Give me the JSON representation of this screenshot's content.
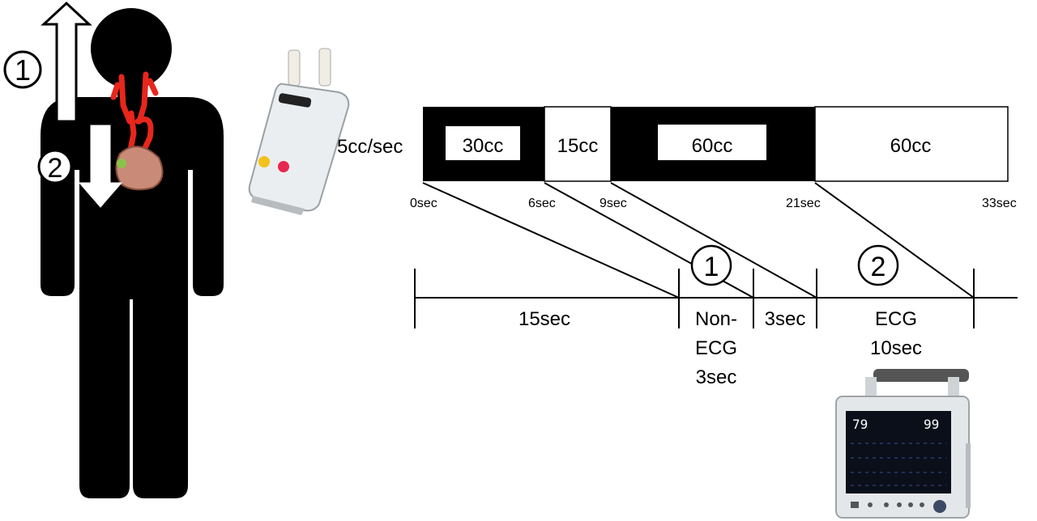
{
  "rate_label": "5cc/sec",
  "segments": [
    {
      "label": "30cc",
      "style": "filled"
    },
    {
      "label": "15cc",
      "style": "open"
    },
    {
      "label": "60cc",
      "style": "filled"
    },
    {
      "label": "60cc",
      "style": "open"
    }
  ],
  "time_ticks": [
    "0sec",
    "6sec",
    "9sec",
    "21sec",
    "33sec"
  ],
  "phases": [
    {
      "lines": [
        "15sec"
      ]
    },
    {
      "lines": [
        "Non-",
        "ECG",
        "3sec"
      ]
    },
    {
      "lines": [
        "3sec"
      ]
    },
    {
      "lines": [
        "ECG",
        "10sec"
      ]
    }
  ],
  "markers": [
    "1",
    "2"
  ],
  "body_arrows": [
    "1",
    "2"
  ],
  "monitor": {
    "left_value": "79",
    "right_value": "99"
  },
  "colors": {
    "ink": "#000000",
    "vessel": "#e8261c",
    "heart": "#c98a78",
    "paper": "#ffffff"
  }
}
